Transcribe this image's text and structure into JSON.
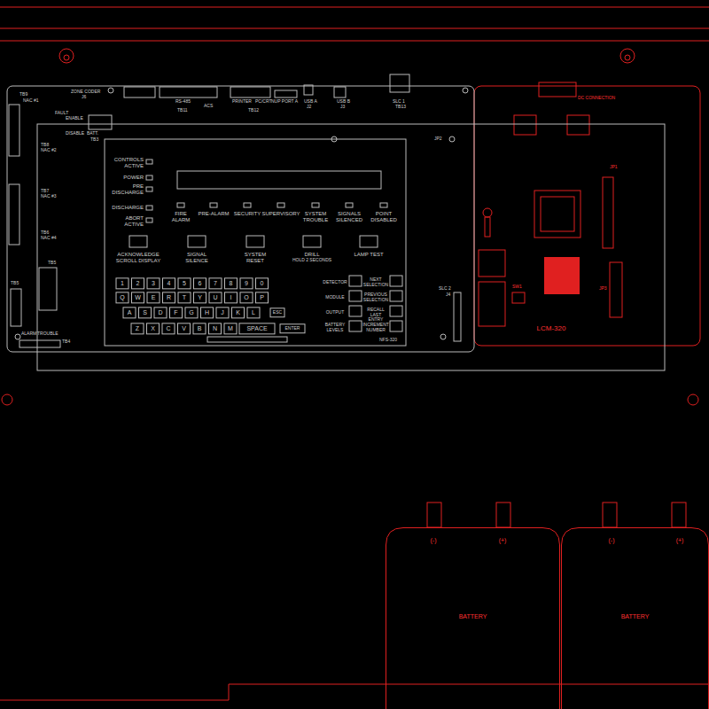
{
  "diagram": {
    "nodes": [
      {
        "text": [
          "BATTERY"
        ]
      },
      {
        "text": [
          "BATTERY"
        ]
      }
    ],
    "labels": [
      "ZONE CODER",
      "J6",
      "TB9",
      "NAC #1",
      "TB8",
      "NAC #2",
      "TB7",
      "NAC #3",
      "TB6",
      "NAC #4",
      "TB5",
      "TB5",
      "ALARM",
      "TROUBLE",
      "TB4",
      "FAULT",
      "ENABLE",
      "DISABLE",
      "BATT.",
      "TB3",
      "RS-485",
      "ACS",
      "TB11",
      "PRINTER",
      "PC/CRT",
      "TB12",
      "NUP PORT A",
      "USB A",
      "J2",
      "USB B",
      "J3",
      "SLC 1",
      "TB13",
      "JP2",
      "CONTROLS ACTIVE",
      "POWER",
      "PRE DISCHARGE",
      "DISCHARGE",
      "ABORT ACTIVE",
      "FIRE ALARM",
      "PRE-ALARM",
      "SECURITY",
      "SUPERVISORY",
      "SYSTEM TROUBLE",
      "SIGNALS SILENCED",
      "POINT DISABLED",
      "ACKNOWLEDGE SCROLL DISPLAY",
      "SIGNAL SILENCE",
      "SYSTEM RESET",
      "DRILL",
      "HOLD 2 SECONDS",
      "LAMP TEST",
      "1",
      "2",
      "3",
      "4",
      "5",
      "6",
      "7",
      "8",
      "9",
      "0",
      "Q",
      "W",
      "E",
      "R",
      "T",
      "Y",
      "U",
      "I",
      "O",
      "P",
      "A",
      "S",
      "D",
      "F",
      "G",
      "H",
      "J",
      "K",
      "L",
      "Z",
      "X",
      "C",
      "V",
      "B",
      "N",
      "M",
      "SPACE",
      "ESC",
      "ENTER",
      "DETECTOR",
      "MODULE",
      "OUTPUT",
      "BATTERY LEVELS",
      "NEXT SELECTION",
      "PREVIOUS SELECTION",
      "RECALL LAST ENTRY",
      "INCREMENT NUMBER",
      "NFS-320",
      "SLC 2",
      "J4",
      "SW1",
      "JP3",
      "JP1",
      "LCM-320",
      "DC CONNECTION",
      "(-)",
      "(+)",
      "(-)",
      "(+)"
    ]
  }
}
